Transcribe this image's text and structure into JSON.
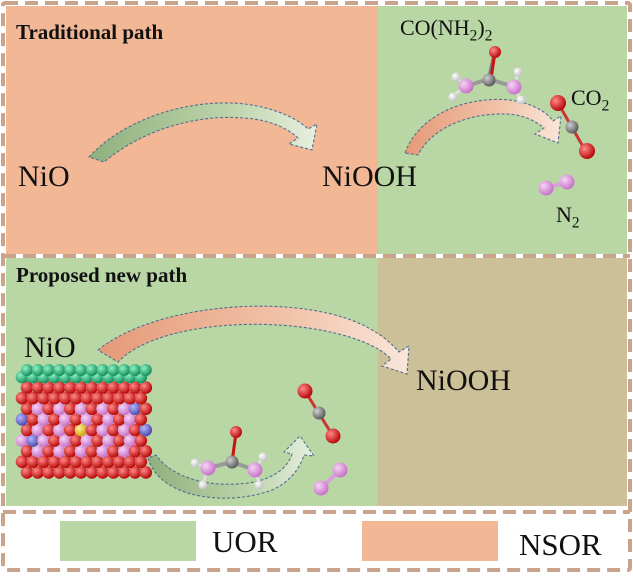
{
  "colors": {
    "nsor_bg": "#f2b896",
    "uor_bg": "#b9d6a5",
    "new_right_bg": "#cbc097",
    "frame_dash": "#c9a38c",
    "arrow_green": "#9cb98c",
    "arrow_orange": "#e9a889",
    "nitrogen": "#d88ad8",
    "oxygen": "#e81212",
    "carbon": "#8e8e8e",
    "hydrogen": "#f3f3f3",
    "nickel": "#d58ad9",
    "surface_oxygen": "#27b57c",
    "dopant": "#7474d2"
  },
  "top_panel": {
    "title": "Traditional path",
    "start": "NiO",
    "end": "NiOOH",
    "reactant": {
      "main": "CO(NH",
      "sub": "2",
      "close": ")",
      "sub2": "2"
    },
    "product_co2": {
      "main": "CO",
      "sub": "2"
    },
    "product_n2": {
      "main": "N",
      "sub": "2"
    }
  },
  "bottom_panel": {
    "title": "Proposed new path",
    "start": "NiO",
    "end": "NiOOH"
  },
  "legend": [
    {
      "label": "UOR",
      "color": "#b9d6a5"
    },
    {
      "label": "NSOR",
      "color": "#f2b896"
    }
  ]
}
